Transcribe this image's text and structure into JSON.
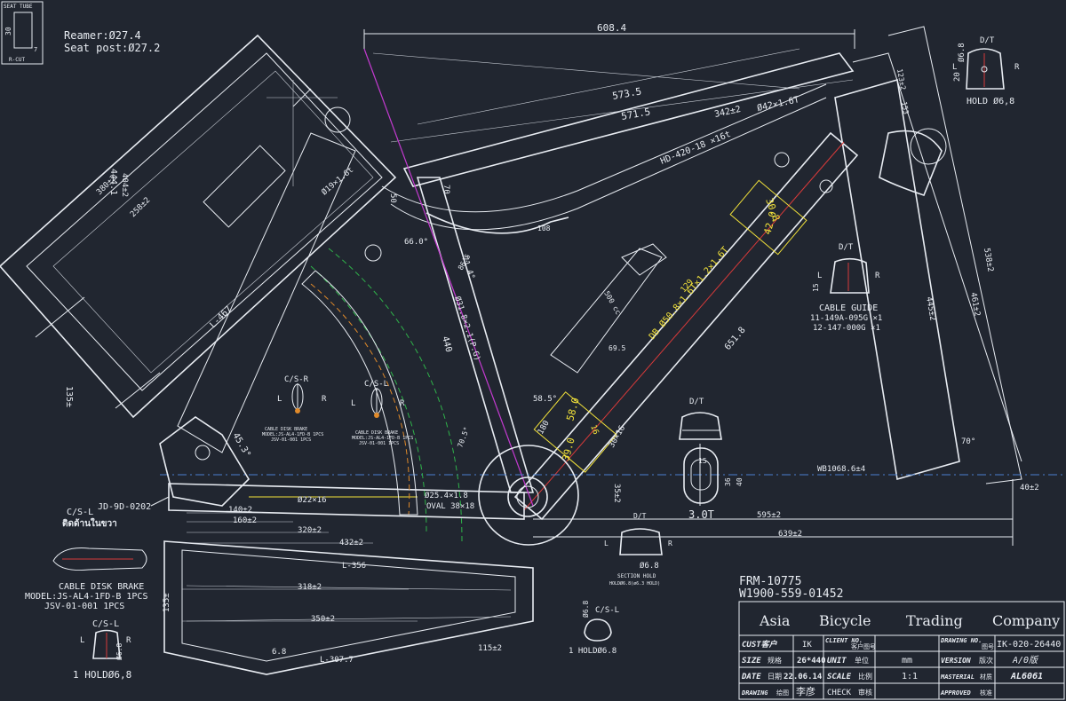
{
  "header_notes": {
    "seat_tube_box_title": "SEAT TUBE",
    "seat_tube_box_size": "30",
    "seat_tube_box_cut": "R-CUT",
    "seat_tube_box_val": "7",
    "reamer": "Reamer:Ø27.4",
    "seat_post": "Seat post:Ø27.2"
  },
  "dimensions": {
    "top_608": "608.4",
    "top_573": "573.5",
    "top_571": "571.5",
    "d342": "342±2",
    "d42": "Ø42×1.6T",
    "hd": "HD-420-18 ×16t",
    "d444": "444.1",
    "d404": "404±2",
    "d380": "380±2",
    "d258": "258±2",
    "l467": "L-467",
    "d135": "135±",
    "d45": "45.3°",
    "d19": "Ø19×1.6t",
    "d440": "440",
    "d66": "66.0°",
    "d71": "71.4°",
    "st": "Ø31.8×2.1(P.G)",
    "d70": "70",
    "d50": "50",
    "dt": "DB Ø50.8×1.6T×1.2×1.6T",
    "d651": "651.8",
    "d129": "129",
    "d58": "58.5°",
    "d180": "180",
    "d304": "30×16",
    "d35": "35±2",
    "d254": "Ø25.4×1.8",
    "oval": "OVAL 38×18",
    "d22": "Ø22×16",
    "d140": "140±2",
    "d160": "160±2",
    "d320": "320±2",
    "d432": "432±2",
    "d318": "318±2",
    "d350": "350±2",
    "l356": "L-356",
    "l307": "L-307.7",
    "d115": "115±2",
    "d68a": "6.8",
    "d135b": "135±",
    "wb": "WB1068.6±4",
    "d595": "595±2",
    "d639": "639±2",
    "d40": "40±2",
    "d70deg": "70°",
    "d538": "538±2",
    "d461": "461±2",
    "d445": "445±2",
    "d30y": "30.8",
    "d42y": "42.0",
    "d39y": "39.0",
    "d58y": "58.0",
    "d10y": "16",
    "d20": "20",
    "d68b": "Ø6.8",
    "d123": "123±2",
    "d153": "153",
    "d500": "500 cc",
    "d695": "69.5",
    "d865": "86.5",
    "d305": "70.5°",
    "d108": "108"
  },
  "callouts": {
    "dt_top": "D/T",
    "hold68_top": "HOLD Ø6,8",
    "l": "L",
    "r": "R",
    "dt_cable": "D/T",
    "cable_guide": "CABLE GUIDE",
    "cable_guide_1": "11-149A-095G ×1",
    "cable_guide_2": "12-147-000G ×1",
    "csr": "C/S-R",
    "csl": "C/S-L",
    "cdb_small_1": "CABLE DISK BRAKE",
    "cdb_small_2": "MODEL:JS-AL4-1FD-B 1PCS",
    "cdb_small_3": "JSV-01-001 1PCS",
    "dt_mid": "D/T",
    "d15": "15",
    "d36": "36",
    "d40b": "40",
    "thick": "3.0T",
    "csl_left": "C/S-L",
    "thai": "ติดด้านในขวา",
    "jd": "JD-9D-0202",
    "cdb_1": "CABLE DISK BRAKE",
    "cdb_2": "MODEL:JS-AL4-1FD-B 1PCS",
    "cdb_3": "JSV-01-001 1PCS",
    "csl_bl": "C/S-L",
    "hold_bl": "1 HOLDØ6,8",
    "d68_bl": "Ø6.8",
    "csl_bc": "C/S-L",
    "d68_bc": "Ø6.8",
    "hold_bc": "1 HOLDØ6.8",
    "dt_sec": "D/T",
    "section_hold": "SECTION HOLD",
    "section_hold2": "HOLDØ6.8(ø6.3 HOLD)",
    "sec_d68": "Ø6.8"
  },
  "title_block": {
    "frm": "FRM-10775",
    "w": "W1900-559-01452",
    "company_1": "Asia",
    "company_2": "Bicycle",
    "company_3": "Trading",
    "company_4": "Company",
    "cust_label": "CUST客户",
    "cust_val": "IK",
    "client_label": "CLIENT NO.",
    "client_cn": "客户图号",
    "drawing_label": "DRAWING NO.",
    "drawing_cn": "图号",
    "drawing_val": "IK-020-26440",
    "size_label": "SIZE",
    "size_cn": "规格",
    "size_val": "26*440",
    "unit_label": "UNIT",
    "unit_cn": "单位",
    "unit_val": "mm",
    "version_label": "VERSION",
    "version_cn": "版次",
    "version_val": "A/0版",
    "date_label": "DATE",
    "date_cn": "日期",
    "date_val": "22.06.14",
    "scale_label": "SCALE",
    "scale_cn": "比例",
    "scale_val": "1:1",
    "material_label": "MASTERIAL",
    "material_cn": "材质",
    "material_val": "AL6061",
    "drawing2_label": "DRAWING",
    "drawing2_cn": "绘图",
    "drawer": "李彦",
    "check_label": "CHECK",
    "check_cn": "审核",
    "approved_label": "APPROVED",
    "approved_cn": "核准"
  }
}
